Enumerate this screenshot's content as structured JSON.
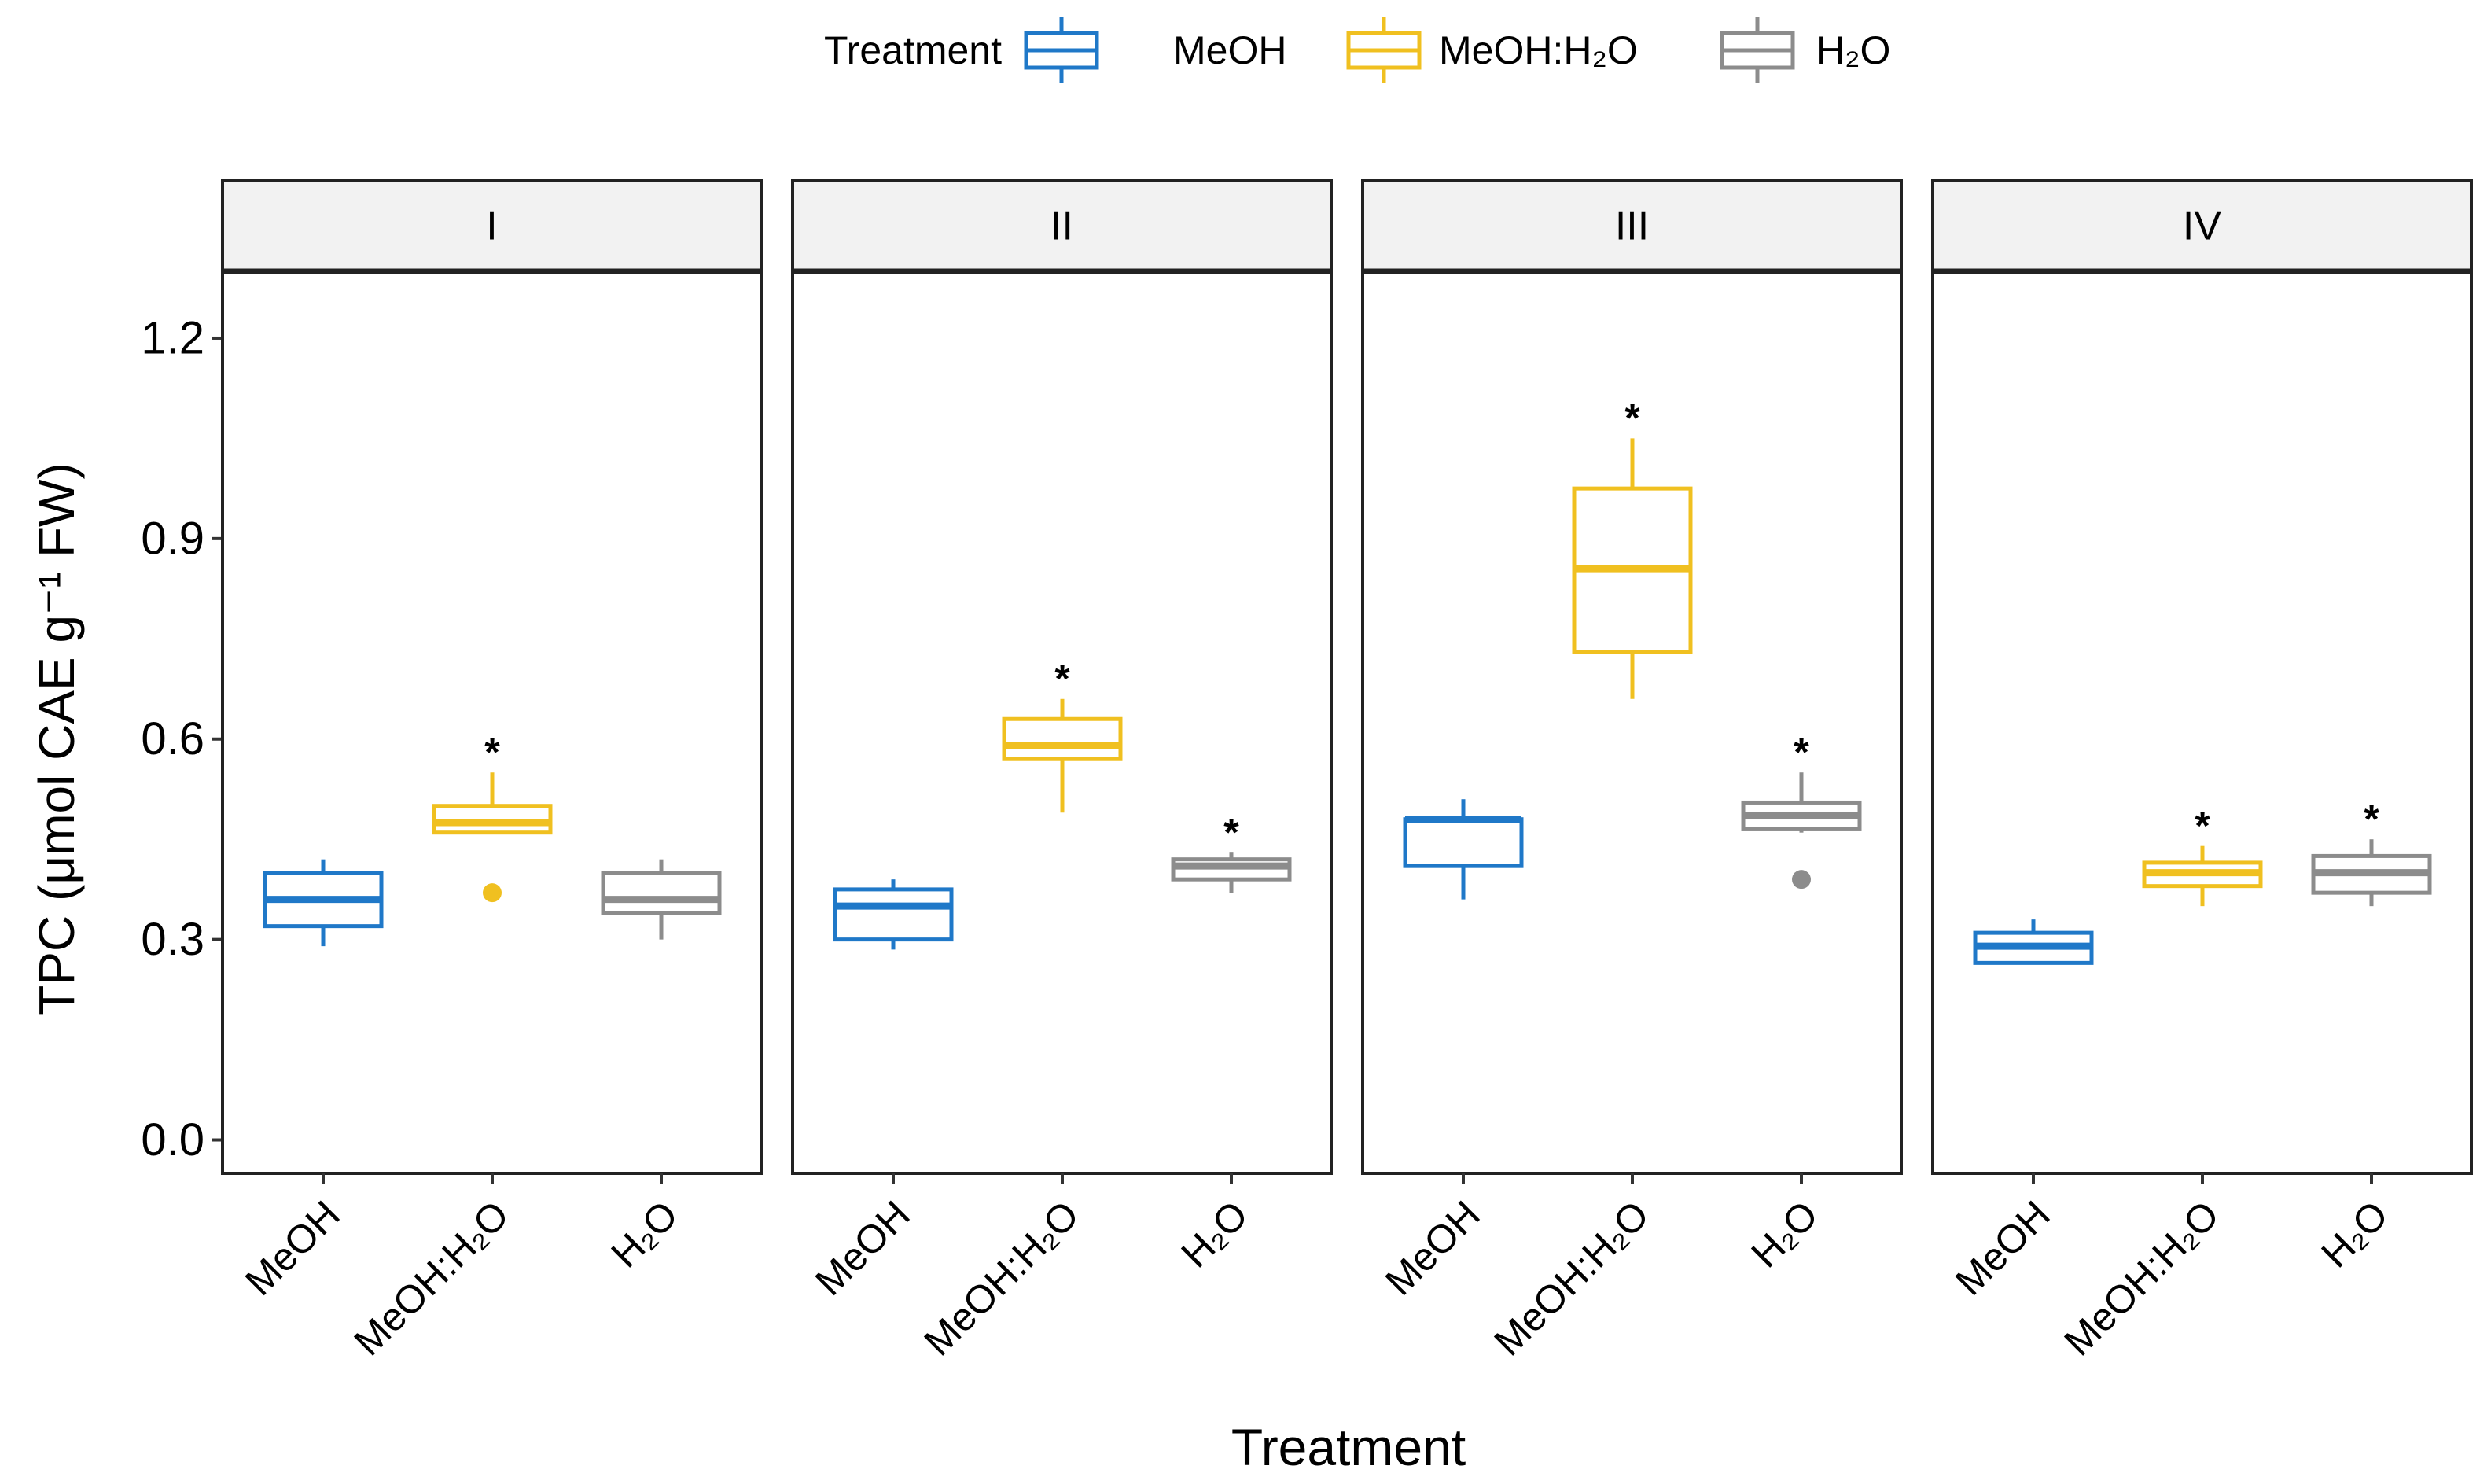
{
  "chart_data": {
    "type": "box",
    "xlabel": "Treatment",
    "ylabel": "TPC (μmol CAE g⁻¹ FW)",
    "ylim": [
      -0.05,
      1.3
    ],
    "yticks": [
      "0.0",
      "0.3",
      "0.6",
      "0.9",
      "1.2"
    ],
    "legend": {
      "title": "Treatment",
      "position": "top",
      "entries": [
        {
          "key": "MeOH",
          "label": "MeOH",
          "color": "#1f78c8"
        },
        {
          "key": "MeOH:H2O",
          "label": "MeOH:H₂O",
          "color": "#f0c020"
        },
        {
          "key": "H2O",
          "label": "H₂O",
          "color": "#8c8c8c"
        }
      ]
    },
    "categories": [
      "MeOH",
      "MeOH:H₂O",
      "H₂O"
    ],
    "significance_marker": "*",
    "panels": [
      {
        "label": "I",
        "boxes": [
          {
            "treatment": "MeOH",
            "lower_whisker": 0.29,
            "q1": 0.32,
            "median": 0.36,
            "q3": 0.4,
            "upper_whisker": 0.42,
            "outliers": [],
            "significant": false
          },
          {
            "treatment": "MeOH:H2O",
            "lower_whisker": 0.46,
            "q1": 0.46,
            "median": 0.475,
            "q3": 0.5,
            "upper_whisker": 0.55,
            "outliers": [
              0.37
            ],
            "significant": true
          },
          {
            "treatment": "H2O",
            "lower_whisker": 0.3,
            "q1": 0.34,
            "median": 0.36,
            "q3": 0.4,
            "upper_whisker": 0.42,
            "outliers": [],
            "significant": false
          }
        ]
      },
      {
        "label": "II",
        "boxes": [
          {
            "treatment": "MeOH",
            "lower_whisker": 0.285,
            "q1": 0.3,
            "median": 0.35,
            "q3": 0.375,
            "upper_whisker": 0.39,
            "outliers": [],
            "significant": false
          },
          {
            "treatment": "MeOH:H2O",
            "lower_whisker": 0.49,
            "q1": 0.57,
            "median": 0.59,
            "q3": 0.63,
            "upper_whisker": 0.66,
            "outliers": [],
            "significant": true
          },
          {
            "treatment": "H2O",
            "lower_whisker": 0.37,
            "q1": 0.39,
            "median": 0.41,
            "q3": 0.42,
            "upper_whisker": 0.43,
            "outliers": [],
            "significant": true
          }
        ]
      },
      {
        "label": "III",
        "boxes": [
          {
            "treatment": "MeOH",
            "lower_whisker": 0.36,
            "q1": 0.41,
            "median": 0.48,
            "q3": 0.48,
            "upper_whisker": 0.51,
            "outliers": [],
            "significant": false
          },
          {
            "treatment": "MeOH:H2O",
            "lower_whisker": 0.66,
            "q1": 0.73,
            "median": 0.855,
            "q3": 0.975,
            "upper_whisker": 1.05,
            "outliers": [],
            "significant": true
          },
          {
            "treatment": "H2O",
            "lower_whisker": 0.46,
            "q1": 0.465,
            "median": 0.485,
            "q3": 0.505,
            "upper_whisker": 0.55,
            "outliers": [
              0.39
            ],
            "significant": true
          }
        ]
      },
      {
        "label": "IV",
        "boxes": [
          {
            "treatment": "MeOH",
            "lower_whisker": 0.265,
            "q1": 0.265,
            "median": 0.29,
            "q3": 0.31,
            "upper_whisker": 0.33,
            "outliers": [],
            "significant": false
          },
          {
            "treatment": "MeOH:H2O",
            "lower_whisker": 0.35,
            "q1": 0.38,
            "median": 0.4,
            "q3": 0.415,
            "upper_whisker": 0.44,
            "outliers": [],
            "significant": true
          },
          {
            "treatment": "H2O",
            "lower_whisker": 0.35,
            "q1": 0.37,
            "median": 0.4,
            "q3": 0.425,
            "upper_whisker": 0.45,
            "outliers": [],
            "significant": true
          }
        ]
      }
    ]
  }
}
